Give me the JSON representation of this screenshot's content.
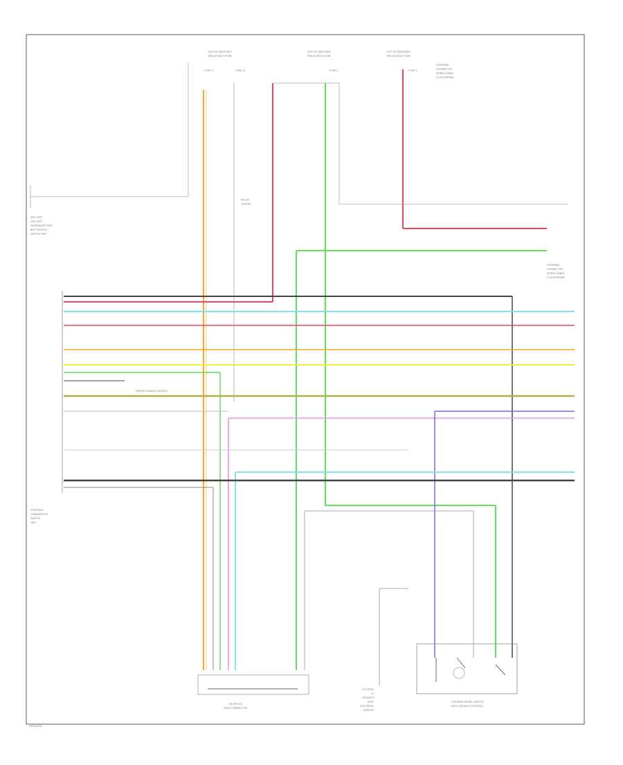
{
  "fuse_boxes": [
    {
      "label_line1": "HOT IN ON/START",
      "label_line2": "RELAY BOX FUSE",
      "fuses": [
        "FUSE 4",
        "FUSE 11"
      ]
    },
    {
      "label_line1": "HOT IN ON/START",
      "label_line2": "RELAY BOX FUSE",
      "fuses": [
        "FUSE 1"
      ]
    },
    {
      "label_line1": "HOT IN ON/START",
      "label_line2": "RELAY BOX FUSE",
      "fuses": [
        "FUSE 3"
      ]
    }
  ],
  "components": {
    "left_upper": [
      "SRS UNIT",
      "ODS UNIT",
      "PASSENGER SEAT",
      "BELT BUCKLE",
      "SWITCH UNIT"
    ],
    "right_upper": [
      "STEERING",
      "CONNECTOR",
      "SPIRAL CABLE",
      "CLOCKSPRING"
    ],
    "left_main": [
      "STEERING",
      "COMBINATION",
      "SWITCH",
      "UNIT"
    ],
    "splice_center": [
      "SPLICE",
      "CENTER"
    ],
    "bottom_center": [
      "J/B SPLICE",
      "JOINT CONNECTOR"
    ],
    "bottom_right": [
      "STEERING WHEEL SWITCH",
      "ASSY (VEHICLE CONTROL)"
    ],
    "bottom_legend": [
      "LOCATED",
      "IN",
      "DRIVER'S",
      "SEAT",
      "OCCUPANT",
      "SENSOR"
    ],
    "mid_label": "DRIVER CRUISE CONTROL"
  },
  "wire_colors": {
    "orange": "#f5a623",
    "red": "#f0455a",
    "green": "#5ee05a",
    "cyan": "#7fe6ea",
    "yellow": "#f0f03c",
    "olive": "#b8ac4a",
    "magenta": "#f08cf0",
    "blue": "#6b6bf5",
    "dark": "#444444",
    "gray": "#bbbbbb"
  },
  "page_code": "UPDATED"
}
